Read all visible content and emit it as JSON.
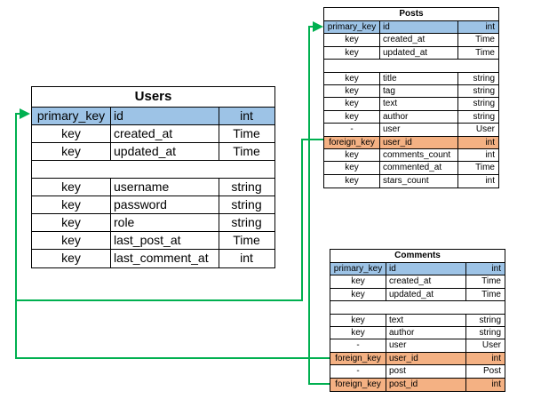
{
  "colors": {
    "primary_key_fill": "#9dc3e6",
    "foreign_key_fill": "#f4b183",
    "connector": "#00b050"
  },
  "users": {
    "title": "Users",
    "rows": [
      {
        "k": "primary_key",
        "n": "id",
        "t": "int",
        "kind": "pk"
      },
      {
        "k": "key",
        "n": "created_at",
        "t": "Time"
      },
      {
        "k": "key",
        "n": "updated_at",
        "t": "Time"
      },
      {
        "k": "",
        "n": "",
        "t": "",
        "kind": "spacer"
      },
      {
        "k": "key",
        "n": "username",
        "t": "string"
      },
      {
        "k": "key",
        "n": "password",
        "t": "string"
      },
      {
        "k": "key",
        "n": "role",
        "t": "string"
      },
      {
        "k": "key",
        "n": "last_post_at",
        "t": "Time"
      },
      {
        "k": "key",
        "n": "last_comment_at",
        "t": "int"
      }
    ]
  },
  "posts": {
    "title": "Posts",
    "rows": [
      {
        "k": "primary_key",
        "n": "id",
        "t": "int",
        "kind": "pk"
      },
      {
        "k": "key",
        "n": "created_at",
        "t": "Time"
      },
      {
        "k": "key",
        "n": "updated_at",
        "t": "Time"
      },
      {
        "k": "",
        "n": "",
        "t": "",
        "kind": "spacer"
      },
      {
        "k": "key",
        "n": "title",
        "t": "string"
      },
      {
        "k": "key",
        "n": "tag",
        "t": "string"
      },
      {
        "k": "key",
        "n": "text",
        "t": "string"
      },
      {
        "k": "key",
        "n": "author",
        "t": "string"
      },
      {
        "k": "-",
        "n": "user",
        "t": "User"
      },
      {
        "k": "foreign_key",
        "n": "user_id",
        "t": "int",
        "kind": "fk"
      },
      {
        "k": "key",
        "n": "comments_count",
        "t": "int"
      },
      {
        "k": "key",
        "n": "commented_at",
        "t": "Time"
      },
      {
        "k": "key",
        "n": "stars_count",
        "t": "int"
      }
    ]
  },
  "comments": {
    "title": "Comments",
    "rows": [
      {
        "k": "primary_key",
        "n": "id",
        "t": "int",
        "kind": "pk"
      },
      {
        "k": "key",
        "n": "created_at",
        "t": "Time"
      },
      {
        "k": "key",
        "n": "updated_at",
        "t": "Time"
      },
      {
        "k": "",
        "n": "",
        "t": "",
        "kind": "spacer"
      },
      {
        "k": "key",
        "n": "text",
        "t": "string"
      },
      {
        "k": "key",
        "n": "author",
        "t": "string"
      },
      {
        "k": "-",
        "n": "user",
        "t": "User"
      },
      {
        "k": "foreign_key",
        "n": "user_id",
        "t": "int",
        "kind": "fk"
      },
      {
        "k": "-",
        "n": "post",
        "t": "Post"
      },
      {
        "k": "foreign_key",
        "n": "post_id",
        "t": "int",
        "kind": "fk"
      }
    ]
  }
}
